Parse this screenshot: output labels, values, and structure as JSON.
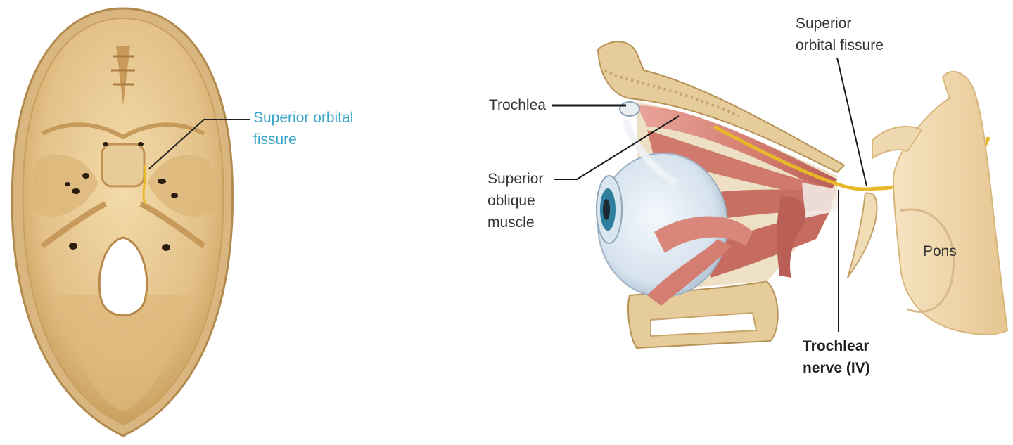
{
  "skull_view": {
    "label_superior_orbital_fissure": "Superior orbital\nfissure"
  },
  "orbit_view": {
    "label_superior_orbital_fissure": "Superior\norbital fissure",
    "label_trochlea": "Trochlea",
    "label_superior_oblique_muscle": "Superior\noblique\nmuscle",
    "label_trochlear_nerve": "Trochlear\nnerve (IV)",
    "label_pons": "Pons"
  },
  "colors": {
    "bone": "#e8c98f",
    "bone_dark": "#c9a15f",
    "muscle": "#d8877a",
    "nerve": "#e8b82a",
    "sclera": "#dde8f2",
    "callout_blue": "#3aa5c9"
  }
}
